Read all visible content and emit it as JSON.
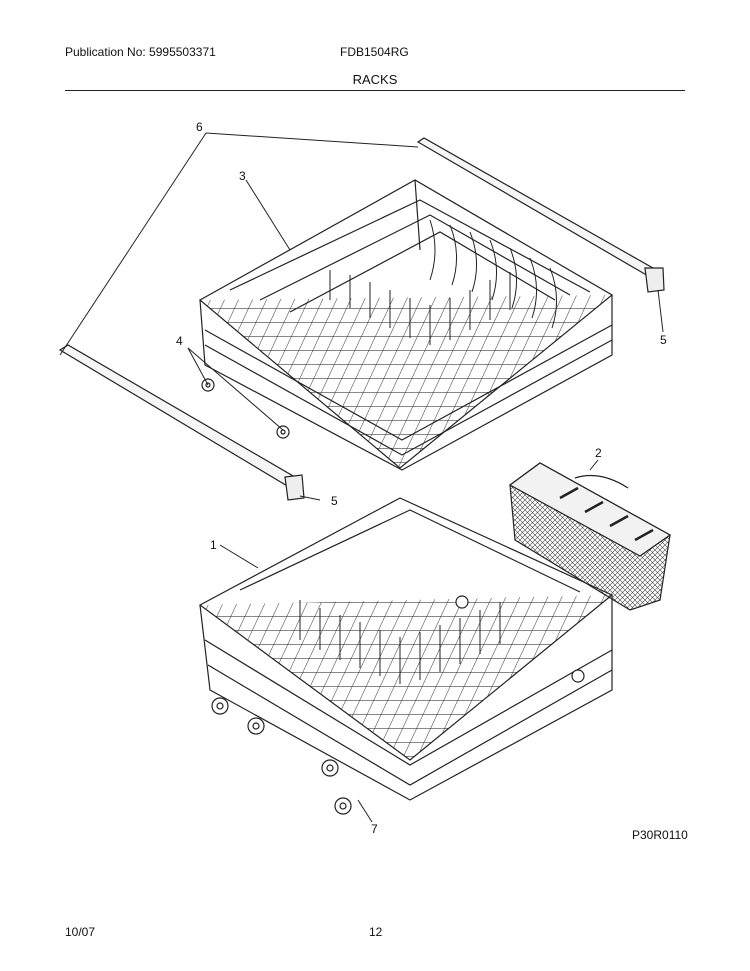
{
  "header": {
    "publication": "Publication No: 5995503371",
    "model": "FDB1504RG",
    "section_title": "RACKS"
  },
  "callouts": [
    "1",
    "2",
    "3",
    "4",
    "5",
    "5",
    "6",
    "7"
  ],
  "figure_code": "P30R0110",
  "footer": {
    "date": "10/07",
    "page": "12"
  }
}
